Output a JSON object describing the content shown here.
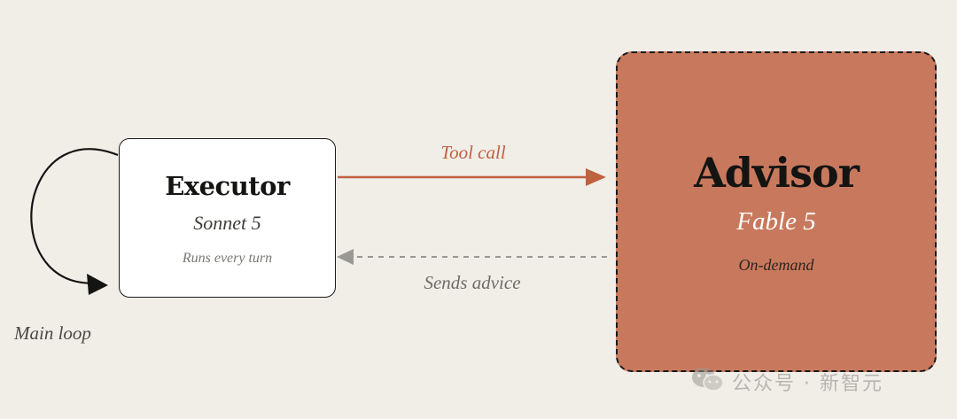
{
  "executor": {
    "title": "Executor",
    "model": "Sonnet 5",
    "note": "Runs every turn"
  },
  "advisor": {
    "title": "Advisor",
    "model": "Fable 5",
    "note": "On-demand"
  },
  "edges": {
    "tool_call": "Tool call",
    "sends_advice": "Sends advice",
    "main_loop": "Main loop"
  },
  "watermark": {
    "text": "公众号 · 新智元",
    "icon": "wechat-icon"
  },
  "colors": {
    "background": "#f1eee8",
    "advisor_fill": "#c8795d",
    "tool_call_arrow": "#c0613f",
    "advice_arrow": "#9a9892",
    "outline": "#1a1a1a"
  }
}
